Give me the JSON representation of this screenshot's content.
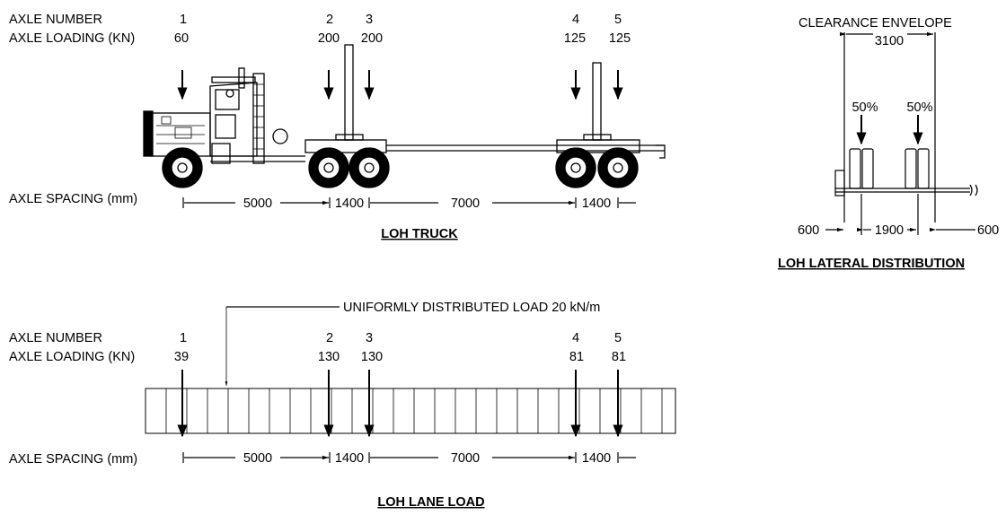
{
  "truck": {
    "axle_number_label": "AXLE NUMBER",
    "axle_loading_label": "AXLE LOADING (KN)",
    "axle_spacing_label": "AXLE SPACING (mm)",
    "axle_numbers": [
      "1",
      "2",
      "3",
      "4",
      "5"
    ],
    "axle_loads": [
      "60",
      "200",
      "200",
      "125",
      "125"
    ],
    "spacings": [
      "5000",
      "1400",
      "7000",
      "1400"
    ],
    "title": "LOH TRUCK"
  },
  "lateral": {
    "envelope_label": "CLEARANCE ENVELOPE",
    "envelope_width": "3100",
    "wheel_share_left": "50%",
    "wheel_share_right": "50%",
    "offset_left": "600",
    "wheel_gauge": "1900",
    "offset_right": "600",
    "title": "LOH LATERAL DISTRIBUTION"
  },
  "lane": {
    "udl_label": "UNIFORMLY DISTRIBUTED LOAD 20 kN/m",
    "axle_number_label": "AXLE NUMBER",
    "axle_loading_label": "AXLE LOADING (KN)",
    "axle_spacing_label": "AXLE SPACING (mm)",
    "axle_numbers": [
      "1",
      "2",
      "3",
      "4",
      "5"
    ],
    "axle_loads": [
      "39",
      "130",
      "130",
      "81",
      "81"
    ],
    "spacings": [
      "5000",
      "1400",
      "7000",
      "1400"
    ],
    "title": "LOH LANE LOAD"
  }
}
